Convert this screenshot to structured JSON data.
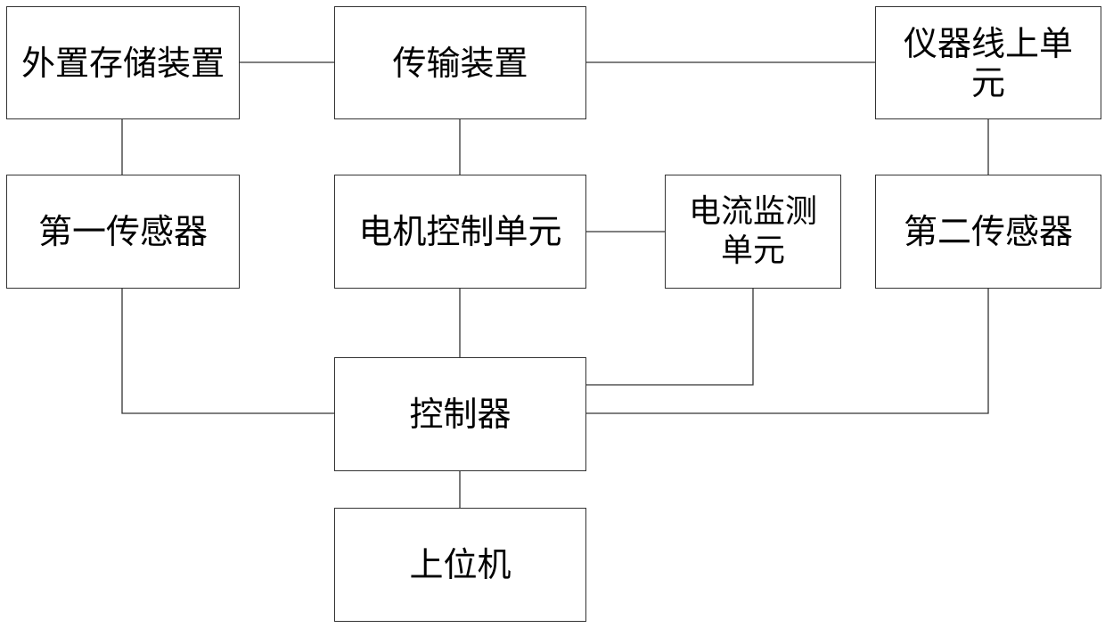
{
  "diagram": {
    "nodes": {
      "external_storage": "外置存储装置",
      "transmission": "传输装置",
      "instrument_online_unit": "仪器线上单元",
      "first_sensor": "第一传感器",
      "motor_control_unit": "电机控制单元",
      "current_monitor_unit": "电流监测单元",
      "second_sensor": "第二传感器",
      "controller": "控制器",
      "host_computer": "上位机"
    },
    "edges": [
      [
        "external_storage",
        "transmission"
      ],
      [
        "transmission",
        "instrument_online_unit"
      ],
      [
        "external_storage",
        "first_sensor"
      ],
      [
        "transmission",
        "motor_control_unit"
      ],
      [
        "instrument_online_unit",
        "second_sensor"
      ],
      [
        "motor_control_unit",
        "current_monitor_unit"
      ],
      [
        "first_sensor",
        "controller"
      ],
      [
        "motor_control_unit",
        "controller"
      ],
      [
        "current_monitor_unit",
        "controller"
      ],
      [
        "second_sensor",
        "controller"
      ],
      [
        "controller",
        "host_computer"
      ]
    ]
  }
}
